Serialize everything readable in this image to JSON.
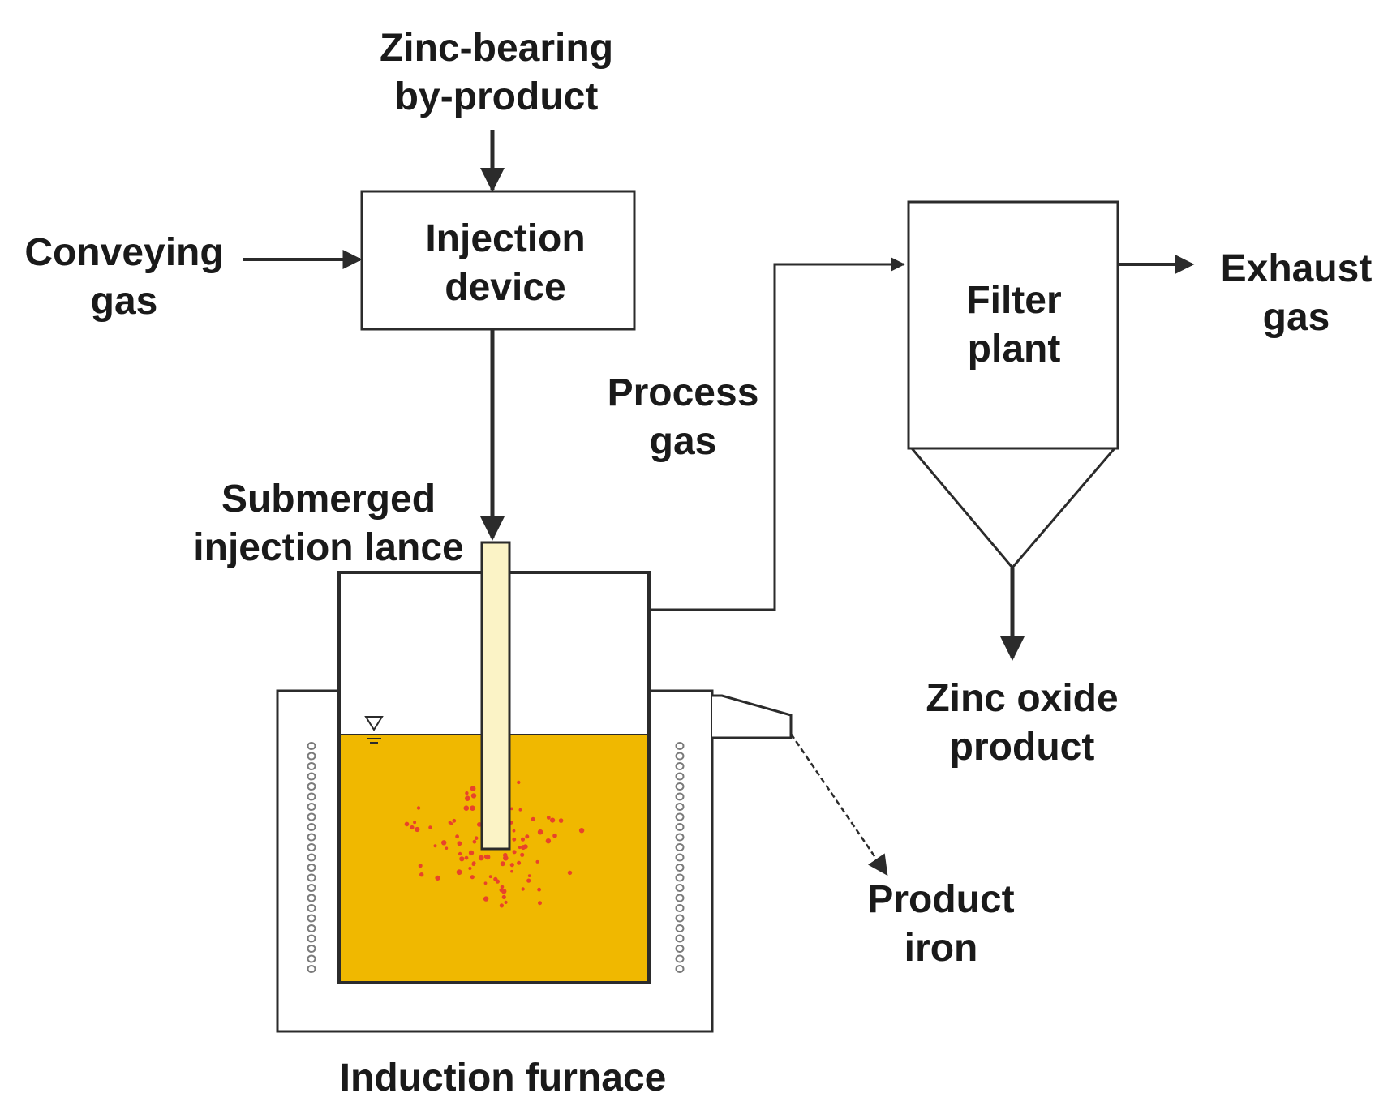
{
  "labels": {
    "feed": [
      "Zinc-bearing",
      "by-product"
    ],
    "conveying": [
      "Conveying",
      "gas"
    ],
    "injection_device": [
      "Injection",
      "device"
    ],
    "process_gas": [
      "Process",
      "gas"
    ],
    "filter_plant": [
      "Filter",
      "plant"
    ],
    "exhaust": [
      "Exhaust",
      "gas"
    ],
    "lance": [
      "Submerged",
      "injection lance"
    ],
    "zinc_oxide": [
      "Zinc oxide",
      "product"
    ],
    "product_iron": [
      "Product",
      "iron"
    ],
    "furnace": "Induction furnace"
  },
  "colors": {
    "melt": "#f0b800",
    "lance": "#fbf3c6",
    "bubbles": "#e8432a",
    "line": "#2b2b2b",
    "coil": "#7a7a7a"
  }
}
